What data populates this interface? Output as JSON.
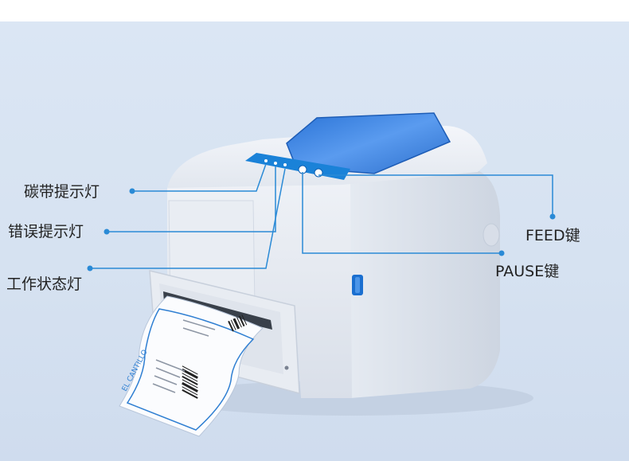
{
  "labels": {
    "ribbon_light": "碳带提示灯",
    "error_light": "错误提示灯",
    "status_light": "工作状态灯",
    "feed_key": "FEED键",
    "pause_key": "PAUSE键"
  },
  "label_paper": {
    "brand": "EL CANTILLO"
  },
  "colors": {
    "accent_blue": "#1a82d8",
    "leader_line": "#2a8ad6",
    "printer_body": "#e4e9f1",
    "backdrop": "#d8e3f2"
  }
}
